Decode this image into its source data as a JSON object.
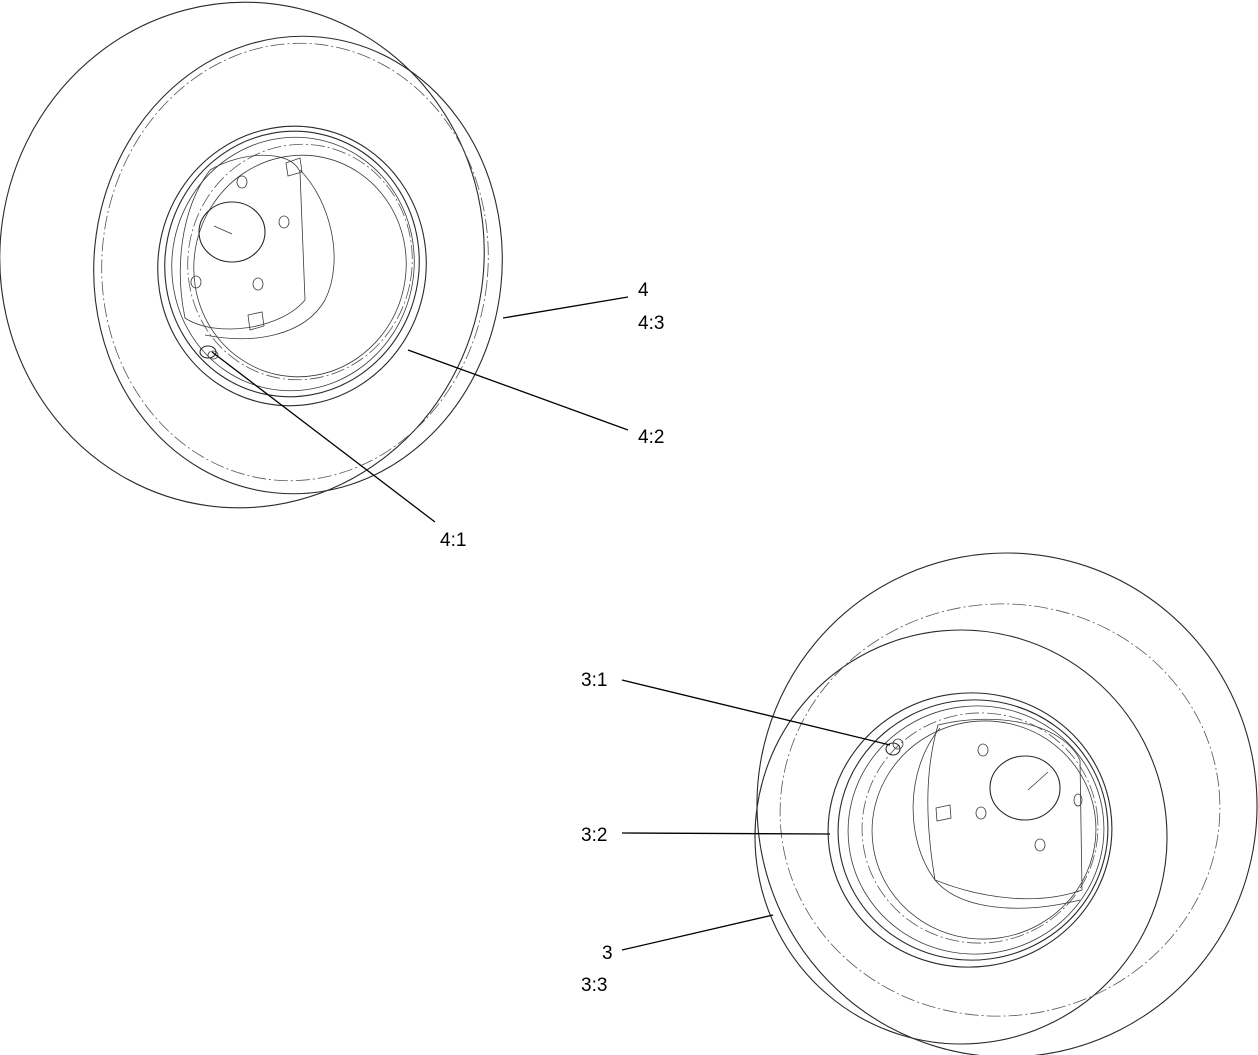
{
  "callouts": {
    "wheel4": "4",
    "wheel4_tire": "4:3",
    "wheel4_rim": "4:2",
    "wheel4_valve": "4:1",
    "wheel3_valve": "3:1",
    "wheel3_rim": "3:2",
    "wheel3": "3",
    "wheel3_tire": "3:3"
  },
  "colors": {
    "line": "#2a2a2a",
    "background": "#ffffff"
  }
}
